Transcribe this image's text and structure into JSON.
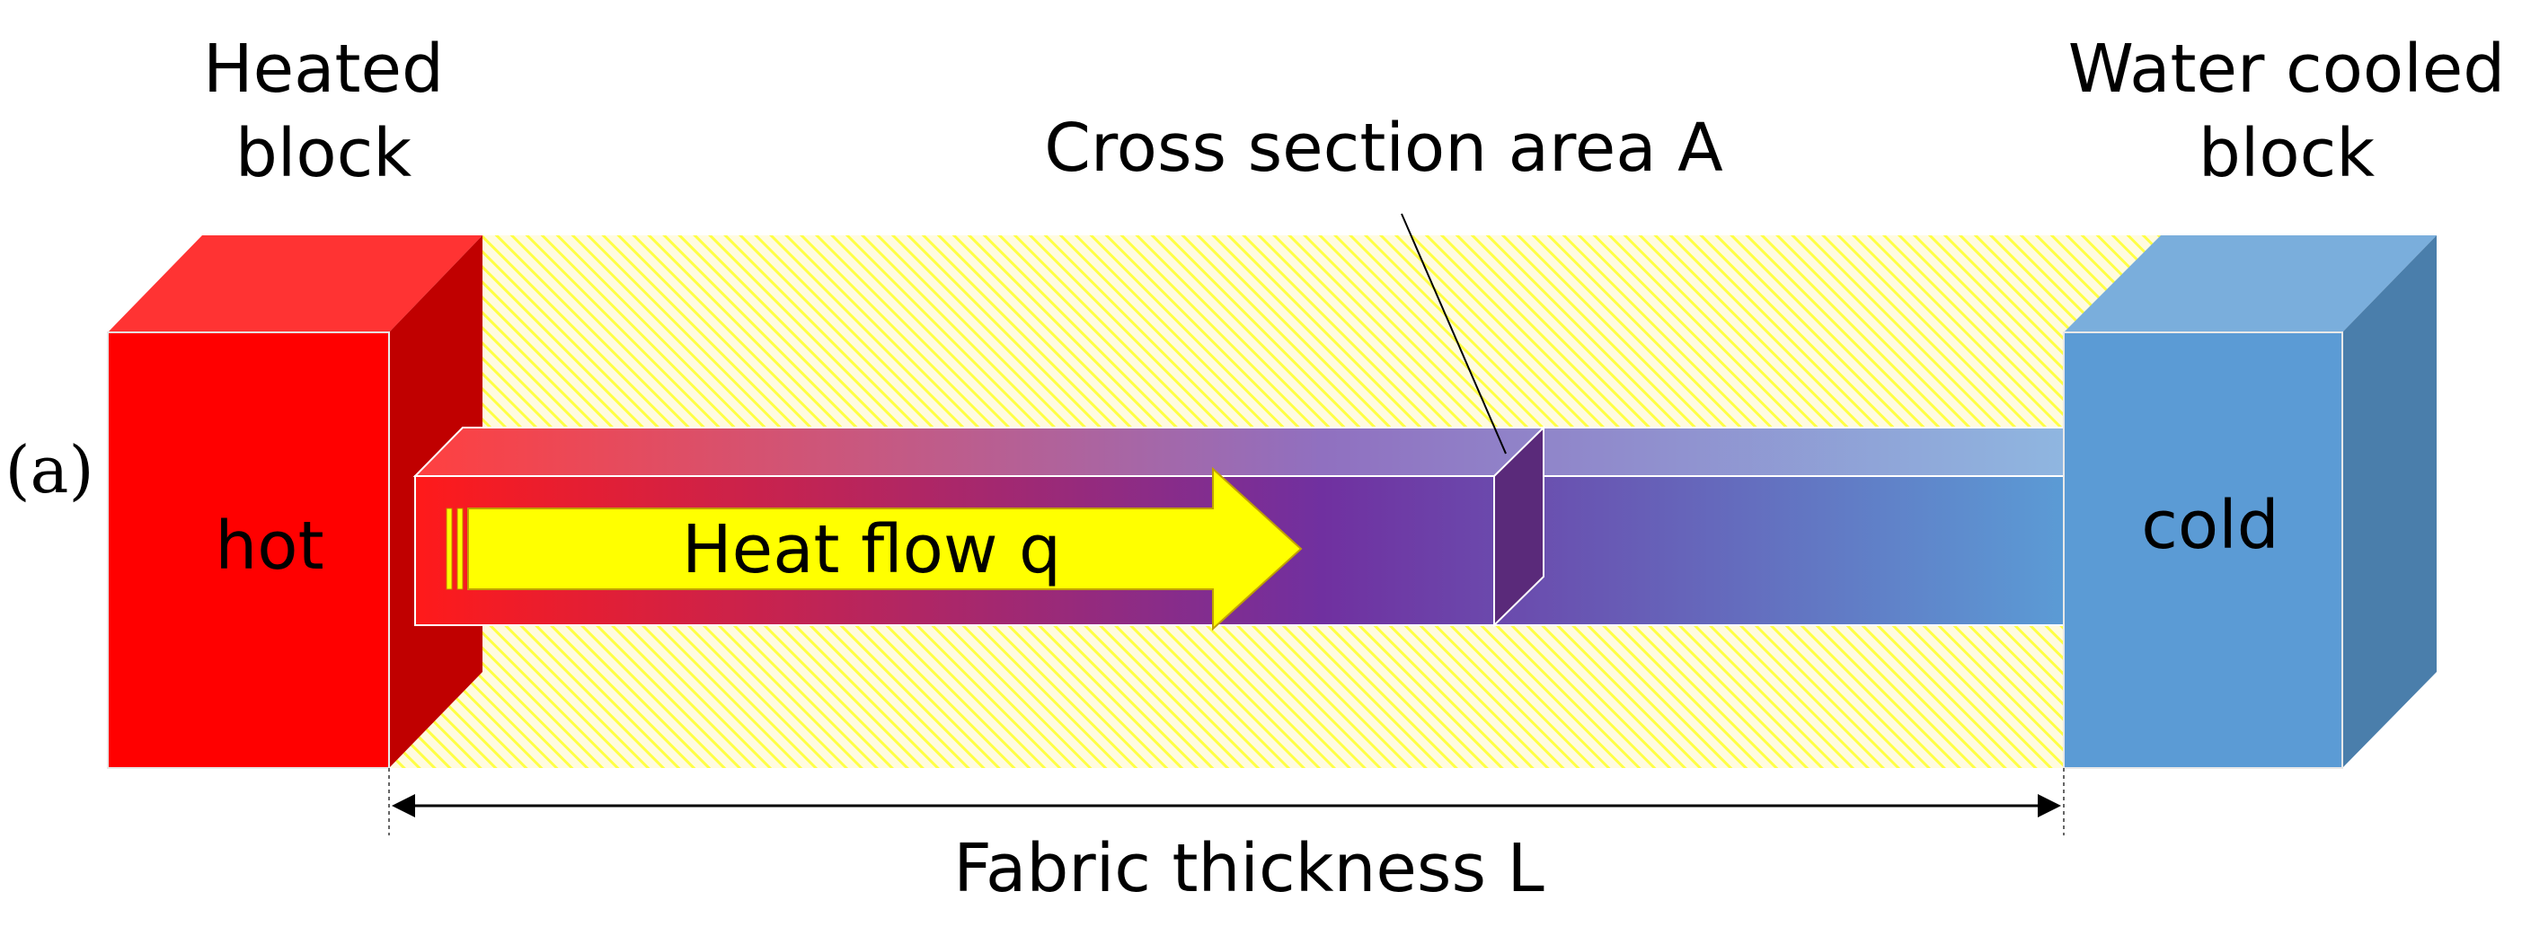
{
  "labels": {
    "heated_line1": "Heated",
    "heated_line2": "block",
    "water_line1": "Water cooled",
    "water_line2": "block",
    "cross_section": "Cross section area A",
    "panel": "(a)",
    "hot": "hot",
    "cold": "cold",
    "heat_flow": "Heat flow q",
    "fabric_thickness": "Fabric thickness L"
  },
  "colors": {
    "hot_front": "#ff0000",
    "hot_top": "#ff3333",
    "hot_side": "#c00000",
    "cold_front": "#5b9bd5",
    "cold_top": "#7aaedc",
    "cold_side": "#4a7eab",
    "fabric_hatch": "#ffff66",
    "gradient_start": "#ff1a1a",
    "gradient_mid": "#7030a0",
    "gradient_end": "#5b9bd5",
    "arrow": "#ffff00",
    "cross_section_face": "#5a2a7a"
  }
}
